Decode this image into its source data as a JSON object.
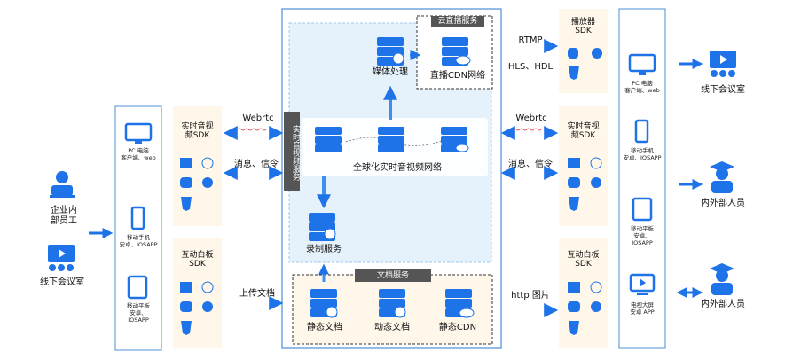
{
  "left": {
    "internal_staff": "企业内\n部员工",
    "offline_room": "线下会议室"
  },
  "client_col_left": {
    "items": [
      "PC 电脑\n客户端、web",
      "移动手机\n安卓、IOSAPP",
      "移动平板\n安卓、\nIOSAPP"
    ]
  },
  "sdk_left": {
    "rtc": "实时音视\n频SDK",
    "whiteboard": "互动白板\nSDK"
  },
  "arrows": {
    "webrtc": "Webrtc",
    "msg": "消息、信令",
    "upload": "上传文档",
    "rtmp": "RTMP",
    "hls": "HLS、HDL",
    "http": "http 图片"
  },
  "center": {
    "rtc_service": "实时音视频服务",
    "global_network": "全球化实时音视频网络",
    "media": "媒体处理",
    "live_cdn": "直播CDN网络",
    "cloud_live": "云直播服务",
    "record": "录制服务",
    "doc_service": "文档服务",
    "static_doc": "静态文档",
    "dynamic_doc": "动态文档",
    "static_cdn": "静态CDN"
  },
  "sdk_right": {
    "player": "播放器\nSDK",
    "rtc": "实时音视\n频SDK",
    "whiteboard": "互动白板\nSDK"
  },
  "client_col_right": {
    "items": [
      "PC 电脑\n客户端、web",
      "移动手机\n安卓、IOSAPP",
      "移动平板\n安卓、\nIOSAPP",
      "电视大屏\n安卓 APP"
    ]
  },
  "far_right": {
    "offline_room": "线下会议室",
    "internal_external_1": "内外部人员",
    "internal_external_2": "内外部人员"
  },
  "colors": {
    "blue": "#1e73e8",
    "light_blue": "#3d8ef0",
    "bg_center": "#e6f2fb",
    "sdk_bg": "#fff7ea",
    "border_blue": "#4a8fd4",
    "dashed": "#333333"
  }
}
